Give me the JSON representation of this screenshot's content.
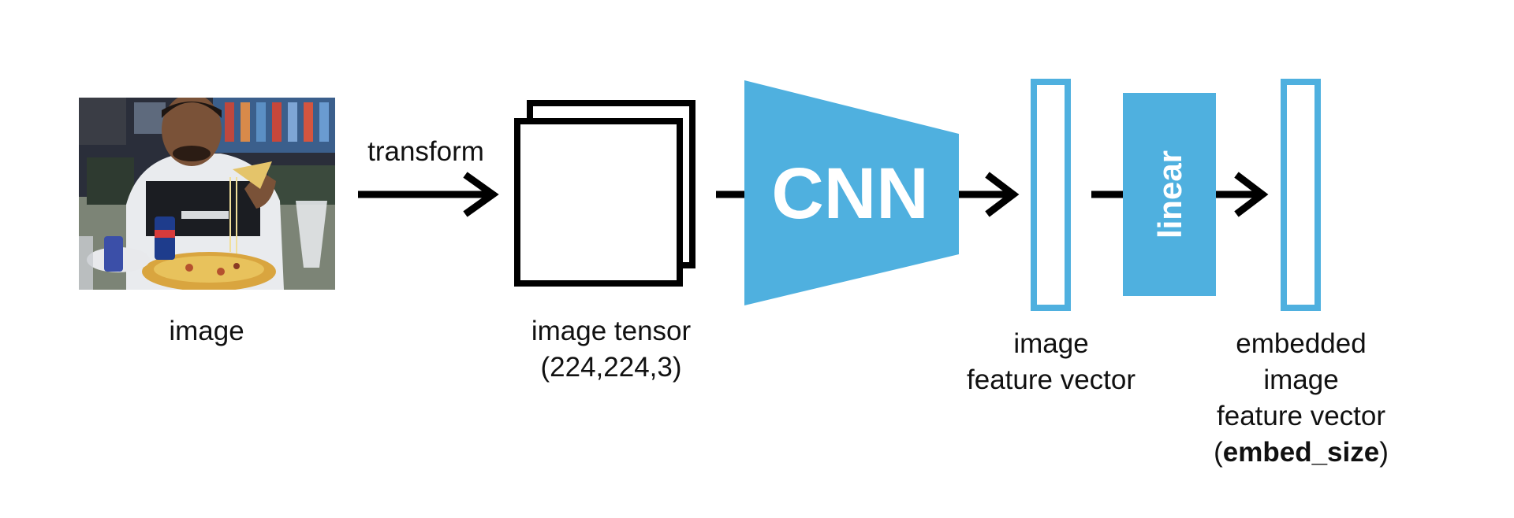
{
  "colors": {
    "accent": "#4FB0DF",
    "stroke": "#000000",
    "background": "#FFFFFF"
  },
  "photo": {
    "description_icon": "photo-of-man-eating-pizza"
  },
  "labels": {
    "transform": "transform",
    "image": "image",
    "tensor_line1": "image tensor",
    "tensor_line2": "(224,224,3)",
    "cnn": "CNN",
    "linear": "linear",
    "feature_line1": "image",
    "feature_line2": "feature vector",
    "embedded_line1": "embedded",
    "embedded_line2": "image",
    "embedded_line3": "feature vector",
    "embedded_open": "(",
    "embedded_bold": "embed_size",
    "embedded_close": ")"
  }
}
